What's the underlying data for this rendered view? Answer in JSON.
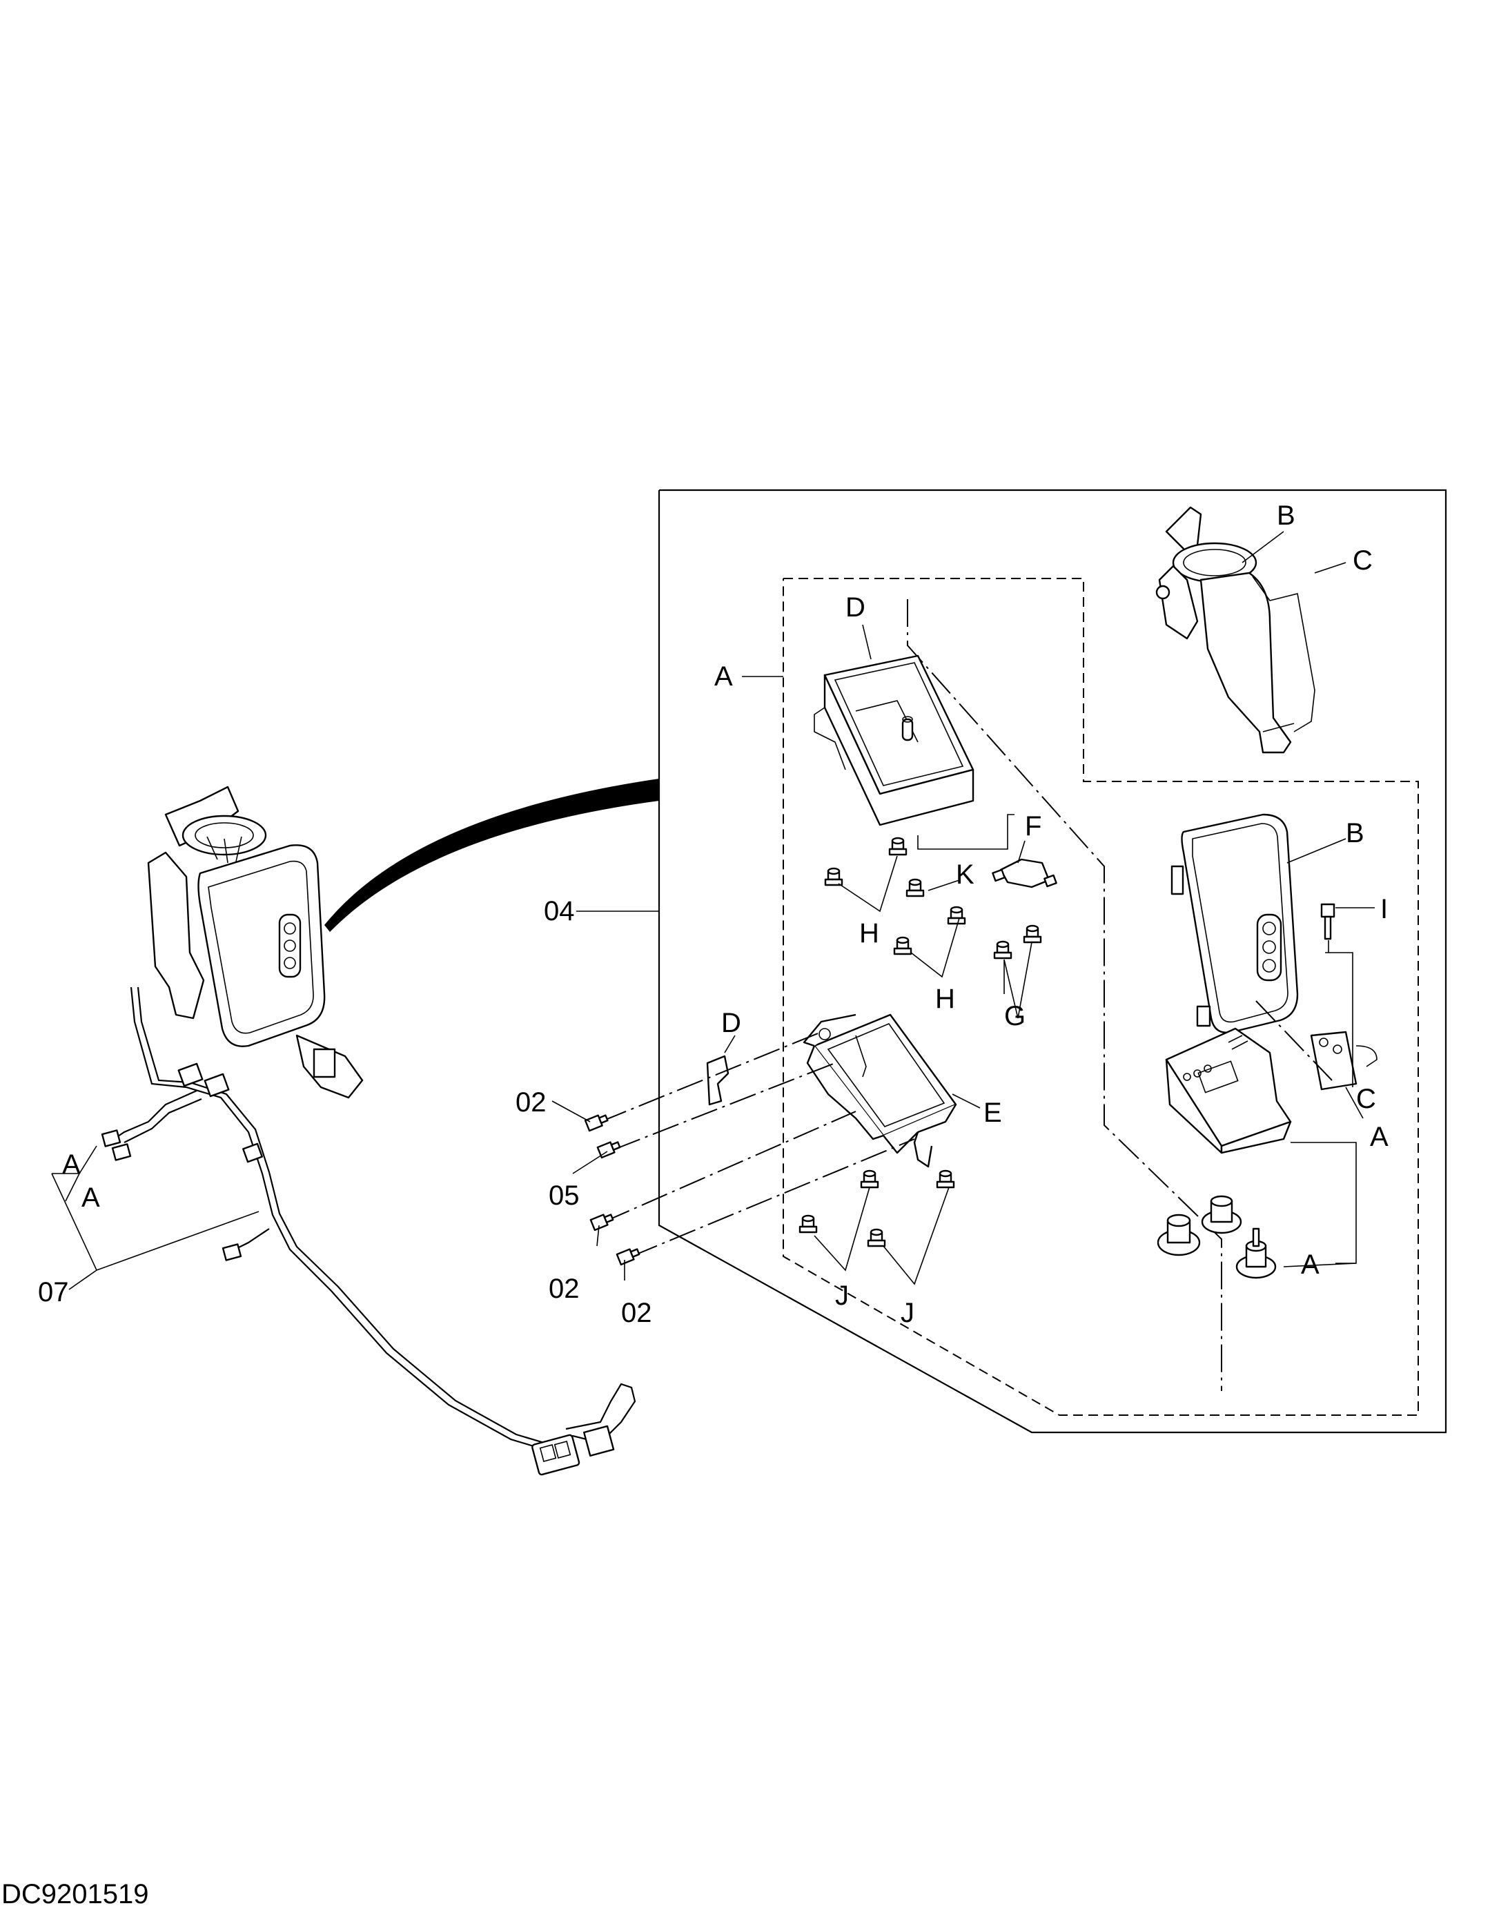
{
  "drawing_code": "DC9201519",
  "callouts": {
    "c04": "04",
    "c07": "07",
    "c02a": "02",
    "c05": "05",
    "c02b": "02",
    "c02c": "02",
    "a_left1": "A",
    "a_left2": "A",
    "d_top": "D",
    "a_top": "A",
    "b_top": "B",
    "c_top": "C",
    "b_mid": "B",
    "i_mid": "I",
    "c_mid": "C",
    "a_mid": "A",
    "a_low": "A",
    "f_lbl": "F",
    "k_lbl": "K",
    "h1_lbl": "H",
    "h2_lbl": "H",
    "g_lbl": "G",
    "d_mid": "D",
    "e_lbl": "E",
    "j1_lbl": "J",
    "j2_lbl": "J"
  }
}
